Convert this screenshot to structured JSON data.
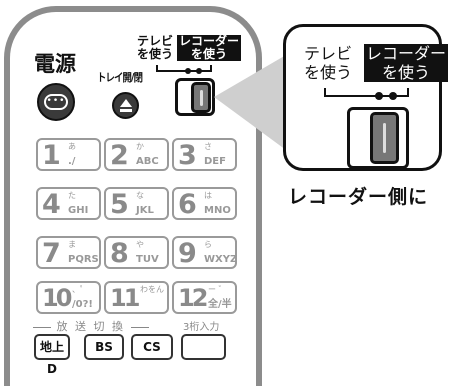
{
  "remote": {
    "power_label": "電源",
    "tray_label": "トレイ開/閉",
    "selector": {
      "tv_label": "テレビ\nを使う",
      "recorder_label": "レコーダー\nを使う"
    },
    "keys": [
      {
        "num": "1",
        "kana": "あ",
        "sub": "./"
      },
      {
        "num": "2",
        "kana": "か",
        "sub": "ABC"
      },
      {
        "num": "3",
        "kana": "さ",
        "sub": "DEF"
      },
      {
        "num": "4",
        "kana": "た",
        "sub": "GHI"
      },
      {
        "num": "5",
        "kana": "な",
        "sub": "JKL"
      },
      {
        "num": "6",
        "kana": "は",
        "sub": "MNO"
      },
      {
        "num": "7",
        "kana": "ま",
        "sub": "PQRS"
      },
      {
        "num": "8",
        "kana": "や",
        "sub": "TUV"
      },
      {
        "num": "9",
        "kana": "ら",
        "sub": "WXYZ"
      },
      {
        "num": "10",
        "kana": "、゜",
        "sub": "/0?!"
      },
      {
        "num": "11",
        "kana": "わをん",
        "sub": ""
      },
      {
        "num": "12",
        "kana": "ー ゛",
        "sub": "全/半"
      }
    ],
    "broadcast_label": "放 送 切 換",
    "digits_label": "3桁入力",
    "bottom_keys": [
      "地上D",
      "BS",
      "CS",
      ""
    ]
  },
  "callout": {
    "tv_label": "テレビ\nを使う",
    "recorder_label": "レコーダー\nを使う",
    "caption": "レコーダー側に"
  }
}
